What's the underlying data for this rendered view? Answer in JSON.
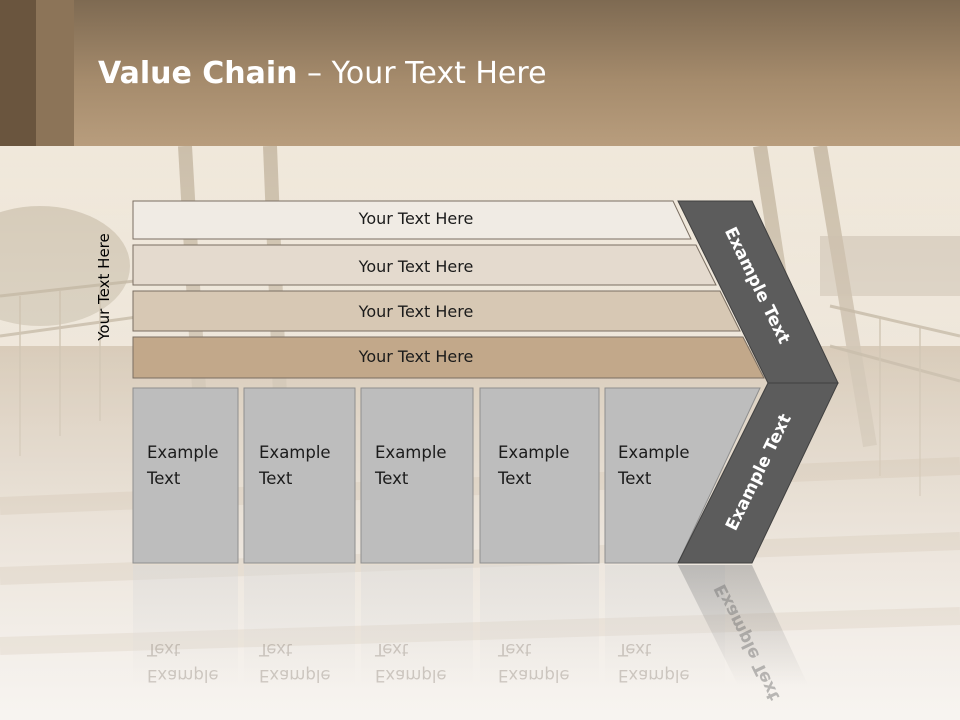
{
  "slide": {
    "title_bold": "Value Chain",
    "title_rest": " – Your Text Here",
    "side_label": "Your Text Here",
    "rows": [
      {
        "label": "Your Text Here",
        "fill": "#f0ebe4"
      },
      {
        "label": "Your Text Here",
        "fill": "#e4dace"
      },
      {
        "label": "Your Text Here",
        "fill": "#d7c8b4"
      },
      {
        "label": "Your Text Here",
        "fill": "#c2a88a"
      }
    ],
    "boxes": [
      {
        "label": "Example\nText"
      },
      {
        "label": "Example\nText"
      },
      {
        "label": "Example\nText"
      },
      {
        "label": "Example\nText"
      },
      {
        "label": "Example\nText"
      }
    ],
    "arrow_top_label": "Example Text",
    "arrow_bottom_label": "Example Text",
    "colors": {
      "header": "#a58b6c",
      "box_fill": "#bdbdbd",
      "arrow_fill": "#5c5c5c"
    }
  }
}
